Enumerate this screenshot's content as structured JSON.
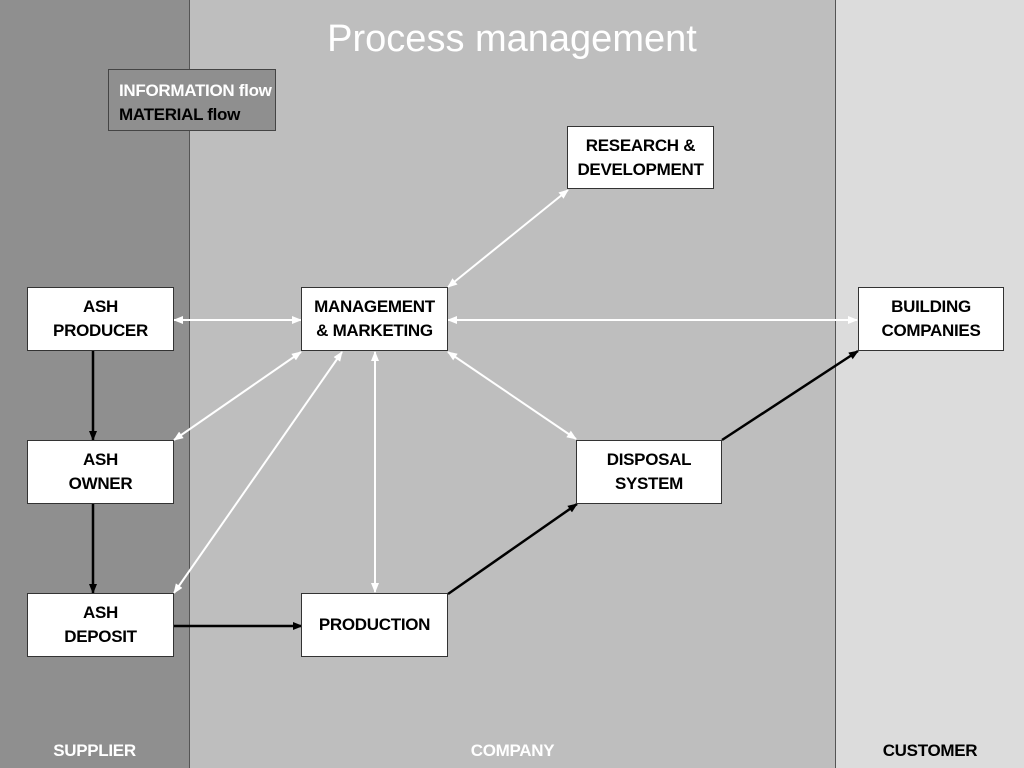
{
  "title": "Process management",
  "legend": {
    "information": "INFORMATION flow",
    "material": "MATERIAL flow"
  },
  "lanes": {
    "supplier": "SUPPLIER",
    "company": "COMPANY",
    "customer": "CUSTOMER"
  },
  "nodes": {
    "ash_producer": "ASH\nPRODUCER",
    "ash_owner": "ASH\nOWNER",
    "ash_deposit": "ASH\nDEPOSIT",
    "management": "MANAGEMENT\n& MARKETING",
    "research": "RESEARCH &\nDEVELOPMENT",
    "production": "PRODUCTION",
    "disposal": "DISPOSAL\nSYSTEM",
    "building": "BUILDING\nCOMPANIES"
  },
  "colors": {
    "information_flow": "#ffffff",
    "material_flow": "#000000"
  }
}
